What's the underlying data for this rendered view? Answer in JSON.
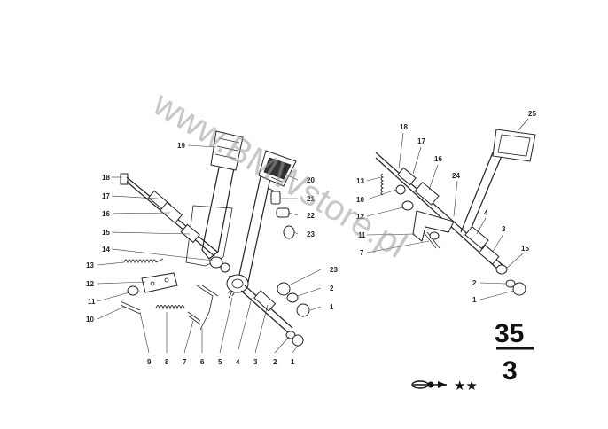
{
  "watermark": "www.BMWstore.pl",
  "page_number": {
    "top": "35",
    "bottom": "3"
  },
  "footer_symbols": "★★",
  "left_labels": [
    {
      "id": "l19",
      "text": "19"
    },
    {
      "id": "l18",
      "text": "18"
    },
    {
      "id": "l17",
      "text": "17"
    },
    {
      "id": "l16",
      "text": "16"
    },
    {
      "id": "l15",
      "text": "15"
    },
    {
      "id": "l14",
      "text": "14"
    },
    {
      "id": "l13",
      "text": "13"
    },
    {
      "id": "l12",
      "text": "12"
    },
    {
      "id": "l11",
      "text": "11"
    },
    {
      "id": "l10",
      "text": "10"
    },
    {
      "id": "l20",
      "text": "20"
    },
    {
      "id": "l21",
      "text": "21"
    },
    {
      "id": "l22",
      "text": "22"
    },
    {
      "id": "l23a",
      "text": "23"
    },
    {
      "id": "l23b",
      "text": "23"
    },
    {
      "id": "l2r",
      "text": "2"
    },
    {
      "id": "l1r",
      "text": "1"
    },
    {
      "id": "b9",
      "text": "9"
    },
    {
      "id": "b8",
      "text": "8"
    },
    {
      "id": "b7",
      "text": "7"
    },
    {
      "id": "b6",
      "text": "6"
    },
    {
      "id": "b5",
      "text": "5"
    },
    {
      "id": "b4",
      "text": "4"
    },
    {
      "id": "b3",
      "text": "3"
    },
    {
      "id": "b2",
      "text": "2"
    },
    {
      "id": "b1",
      "text": "1"
    }
  ],
  "right_labels": [
    {
      "id": "r25",
      "text": "25"
    },
    {
      "id": "r18",
      "text": "18"
    },
    {
      "id": "r17",
      "text": "17"
    },
    {
      "id": "r16",
      "text": "16"
    },
    {
      "id": "r24",
      "text": "24"
    },
    {
      "id": "r13",
      "text": "13"
    },
    {
      "id": "r10",
      "text": "10"
    },
    {
      "id": "r12",
      "text": "12"
    },
    {
      "id": "r11",
      "text": "11"
    },
    {
      "id": "r7",
      "text": "7"
    },
    {
      "id": "r4",
      "text": "4"
    },
    {
      "id": "r3",
      "text": "3"
    },
    {
      "id": "r15",
      "text": "15"
    },
    {
      "id": "r2",
      "text": "2"
    },
    {
      "id": "r1",
      "text": "1"
    }
  ]
}
